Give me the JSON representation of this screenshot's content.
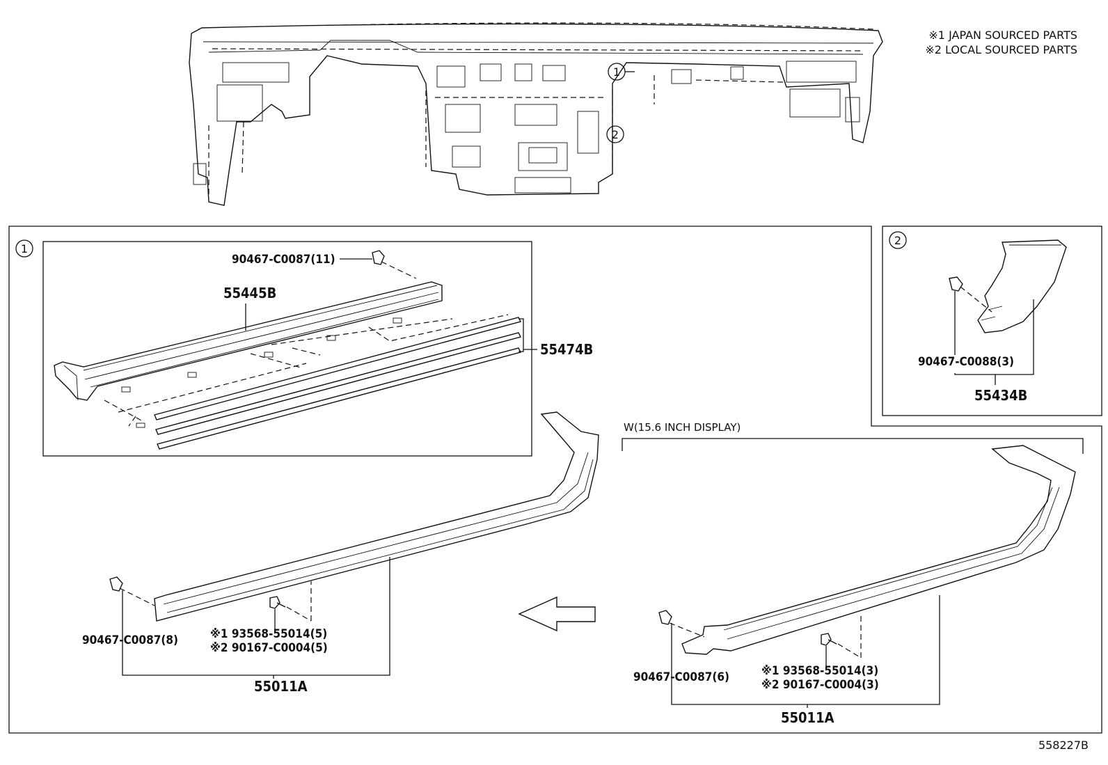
{
  "legend": {
    "japan": "※1 JAPAN SOURCED PARTS",
    "local": "※2 LOCAL SOURCED PARTS"
  },
  "callouts": {
    "one": "1",
    "two": "2"
  },
  "detail1": {
    "clip_top": "90467-C0087(11)",
    "strip": "55445B",
    "molding": "55474B"
  },
  "detail2": {
    "clip": "90467-C0088(3)",
    "panel": "55434B"
  },
  "lower_left": {
    "clip": "90467-C0087(8)",
    "screw1": "※1 93568-55014(5)",
    "screw2": "※2 90167-C0004(5)",
    "assembly": "55011A"
  },
  "lower_right": {
    "variant": "W(15.6 INCH DISPLAY)",
    "clip": "90467-C0087(6)",
    "screw1": "※1 93568-55014(3)",
    "screw2": "※2 90167-C0004(3)",
    "assembly": "55011A"
  },
  "drawing_number": "558227B"
}
